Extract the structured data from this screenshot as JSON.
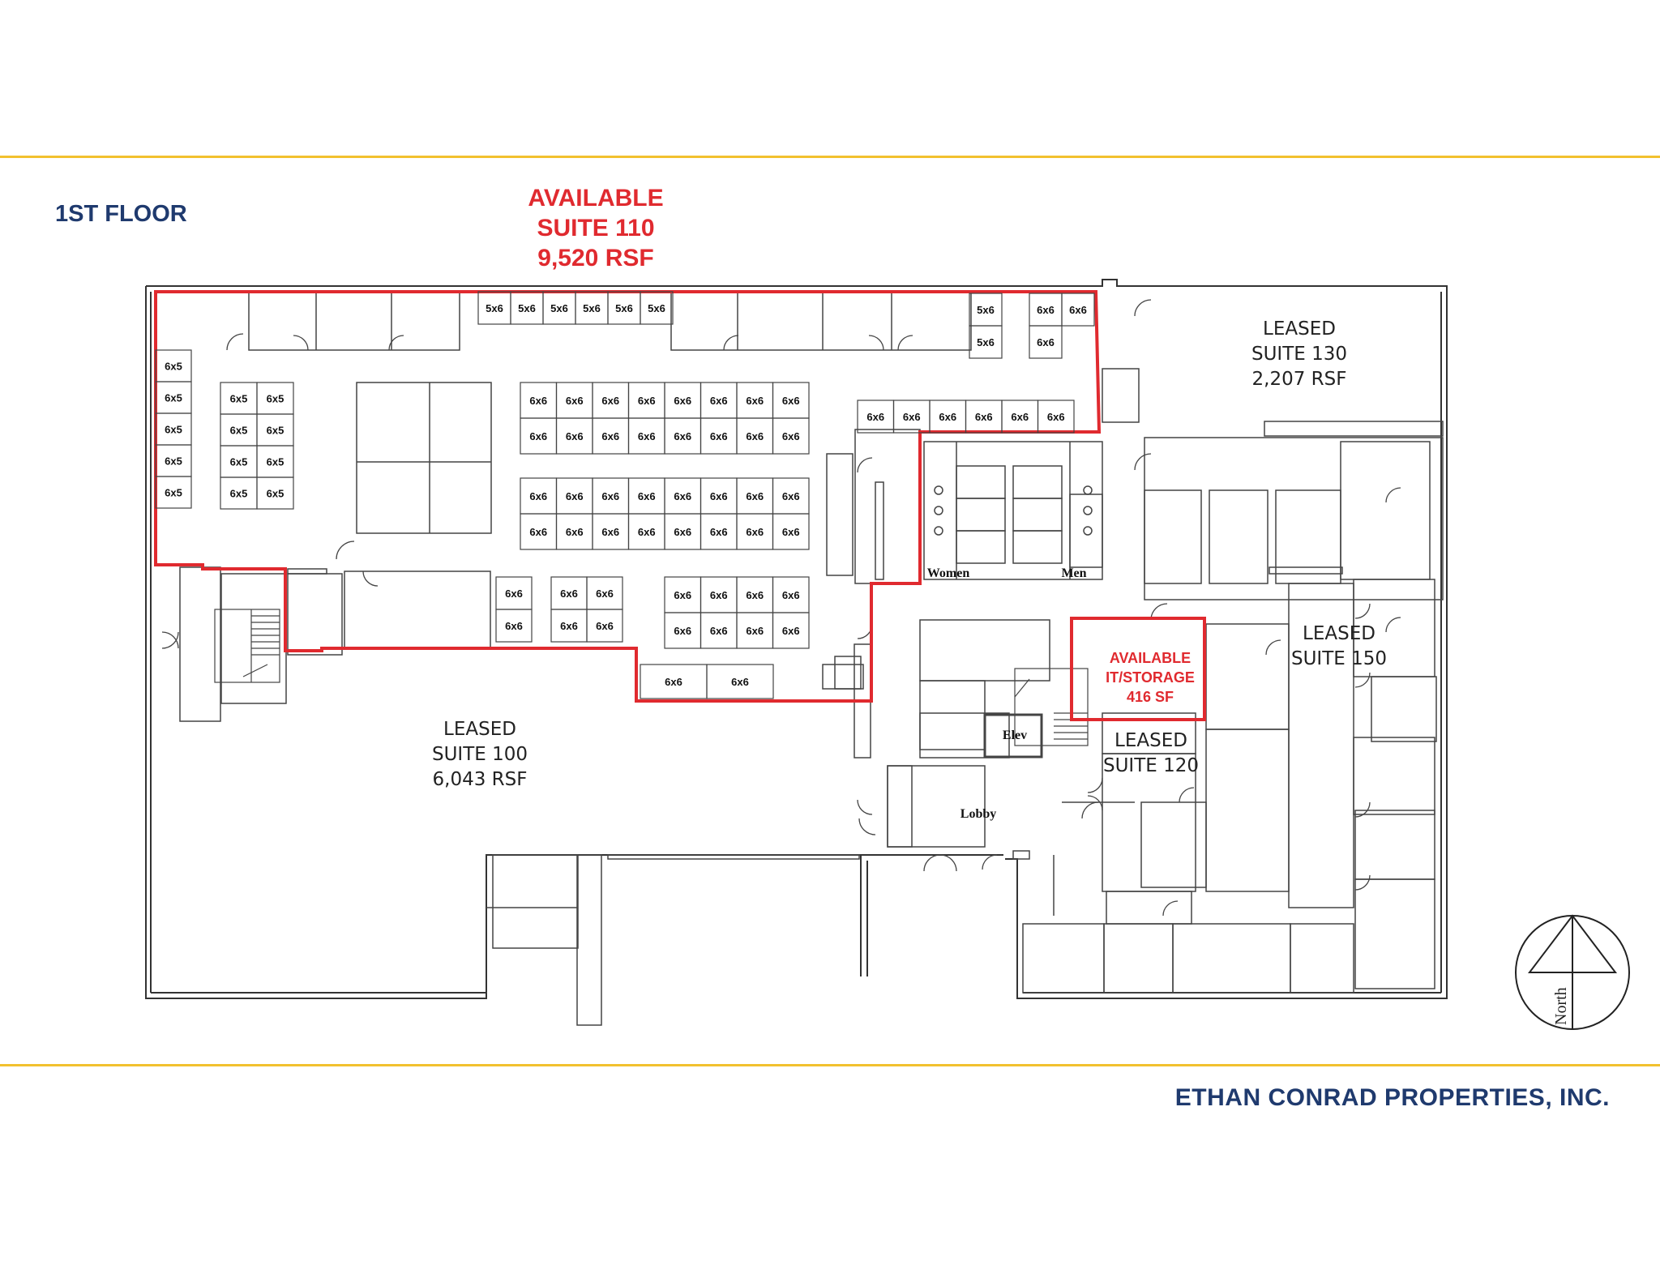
{
  "header": {
    "floor_label": "1ST FLOOR",
    "featured_suite": {
      "status": "AVAILABLE",
      "name": "SUITE 110",
      "area": "9,520 RSF"
    }
  },
  "footer": {
    "company": "ETHAN CONRAD PROPERTIES, INC."
  },
  "colors": {
    "accent_rule": "#f2c12e",
    "brand_navy": "#1f3a6e",
    "available_red": "#e02a2f"
  },
  "plan": {
    "suites": [
      {
        "id": "s130",
        "lines": [
          "LEASED",
          "SUITE 130",
          "2,207 RSF"
        ]
      },
      {
        "id": "s150",
        "lines": [
          "LEASED",
          "SUITE 150"
        ]
      },
      {
        "id": "s100",
        "lines": [
          "LEASED",
          "SUITE 100",
          "6,043 RSF"
        ]
      },
      {
        "id": "s120",
        "lines": [
          "LEASED",
          "SUITE 120"
        ]
      }
    ],
    "storage": {
      "lines": [
        "AVAILABLE",
        "IT/STORAGE",
        "416 SF"
      ]
    },
    "rooms": {
      "women": "Women",
      "men": "Men",
      "elevator": "Elev",
      "lobby": "Lobby"
    },
    "cubicles": {
      "top_row": [
        "5x6",
        "5x6",
        "5x6",
        "5x6",
        "5x6",
        "5x6"
      ],
      "top_right_left": [
        "5x6",
        "5x6"
      ],
      "top_right_right": [
        "6x6",
        "6x6",
        "6x6"
      ],
      "west_column": [
        "6x5",
        "6x5",
        "6x5",
        "6x5",
        "6x5"
      ],
      "west_block": [
        "6x5",
        "6x5",
        "6x5",
        "6x5",
        "6x5",
        "6x5",
        "6x5",
        "6x5"
      ],
      "center_block_a": [
        "6x6",
        "6x6",
        "6x6",
        "6x6",
        "6x6",
        "6x6",
        "6x6",
        "6x6",
        "6x6",
        "6x6",
        "6x6",
        "6x6",
        "6x6",
        "6x6",
        "6x6",
        "6x6"
      ],
      "center_block_b": [
        "6x6",
        "6x6",
        "6x6",
        "6x6",
        "6x6",
        "6x6",
        "6x6",
        "6x6",
        "6x6",
        "6x6",
        "6x6",
        "6x6",
        "6x6",
        "6x6",
        "6x6",
        "6x6"
      ],
      "east_row": [
        "6x6",
        "6x6",
        "6x6",
        "6x6",
        "6x6",
        "6x6"
      ],
      "south_pair": [
        "6x6",
        "6x6"
      ],
      "south_block_mid": [
        "6x6",
        "6x6",
        "6x6",
        "6x6"
      ],
      "south_block_east": [
        "6x6",
        "6x6",
        "6x6",
        "6x6",
        "6x6",
        "6x6",
        "6x6",
        "6x6"
      ],
      "south_singles": [
        "6x6",
        "6x6"
      ]
    },
    "compass": {
      "label": "North"
    }
  }
}
